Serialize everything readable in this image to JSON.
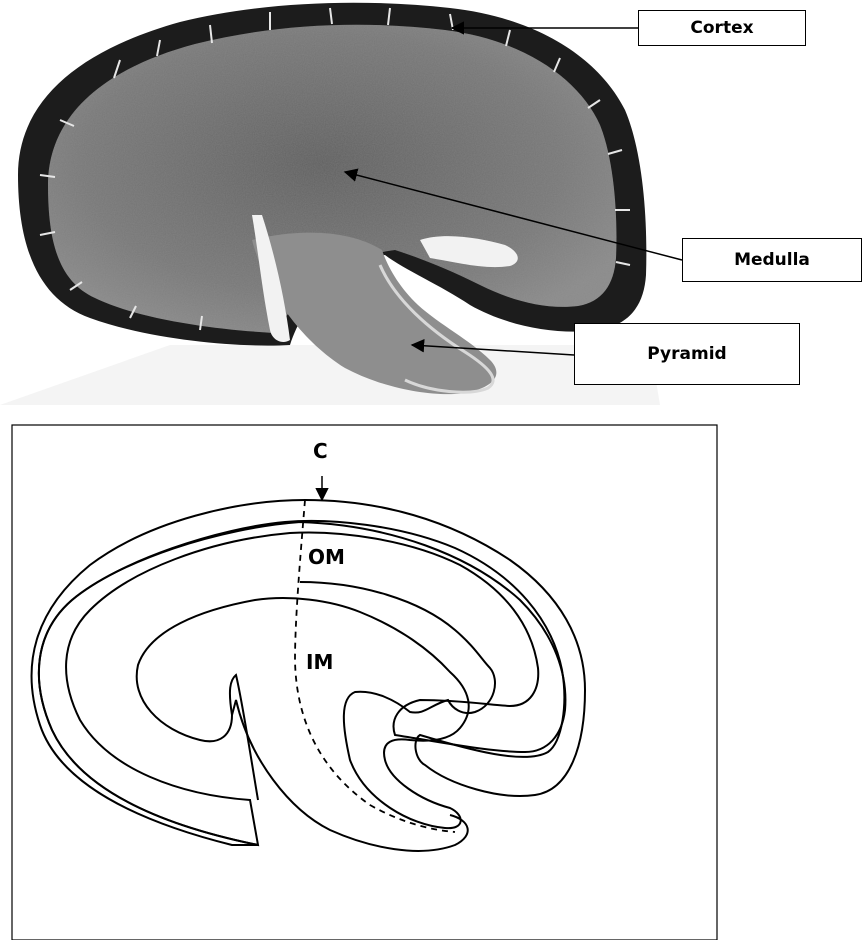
{
  "photo": {
    "labels": {
      "cortex": "Cortex",
      "medulla": "Medulla",
      "pyramid": "Pyramid"
    },
    "colors": {
      "cortex_band": "#1c1c1c",
      "medulla_tissue": "#6e6e6e",
      "pyramid_tissue": "#8e8e8e"
    }
  },
  "schematic": {
    "labels": {
      "c": "C",
      "om": "OM",
      "im": "IM"
    }
  }
}
